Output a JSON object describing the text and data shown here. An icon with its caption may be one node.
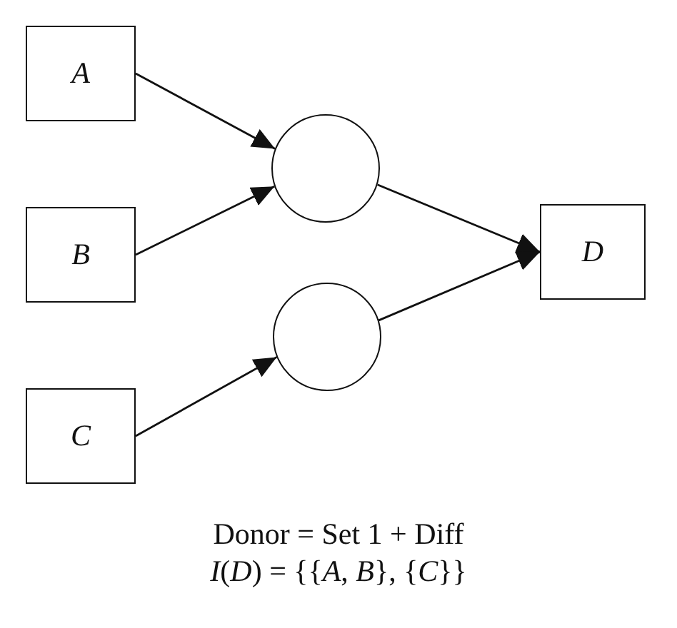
{
  "diagram": {
    "nodes": [
      {
        "text": [
          "A"
        ]
      },
      {
        "text": [
          "B"
        ]
      },
      {
        "text": [
          "C"
        ]
      },
      {
        "text": [],
        "shape": "circle"
      },
      {
        "text": [],
        "shape": "circle"
      },
      {
        "text": [
          "D"
        ]
      }
    ],
    "edges": [
      {
        "from": 0,
        "to": 3,
        "arrow": "to"
      },
      {
        "from": 1,
        "to": 3,
        "arrow": "to"
      },
      {
        "from": 2,
        "to": 4,
        "arrow": "to"
      },
      {
        "from": 3,
        "to": 5,
        "arrow": "to"
      },
      {
        "from": 4,
        "to": 5,
        "arrow": "to"
      }
    ],
    "labels": [
      "Donor = Set 1 + Diff",
      "*I*(*D*) = {{*A*, *B*}, {*C*}}"
    ]
  }
}
